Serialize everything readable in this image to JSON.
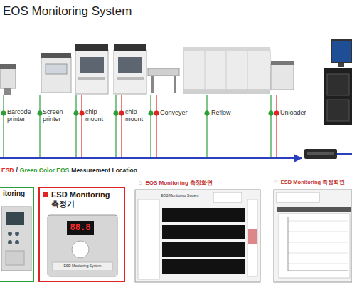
{
  "diagram": {
    "title": "EOS Monitoring System",
    "nodes": [
      {
        "text": [
          "itoring"
        ]
      },
      {
        "text": [
          "ESD Monitoring 측정기"
        ]
      },
      {
        "text": [
          "☞ EOS Monitoring 측정화면"
        ]
      },
      {
        "text": [
          "☞ ESD Monitoring 측정화면"
        ]
      }
    ],
    "labels": [
      "Barcode printer",
      "Screen printer",
      "chip mount",
      "chip mount",
      "Conveyer",
      "Reflow",
      "Unloader",
      "ESD",
      "/",
      "Green Color EOS",
      "Measurement Location",
      "88.8",
      "ESD Monitoring System",
      "EOS Monitoring System"
    ]
  }
}
